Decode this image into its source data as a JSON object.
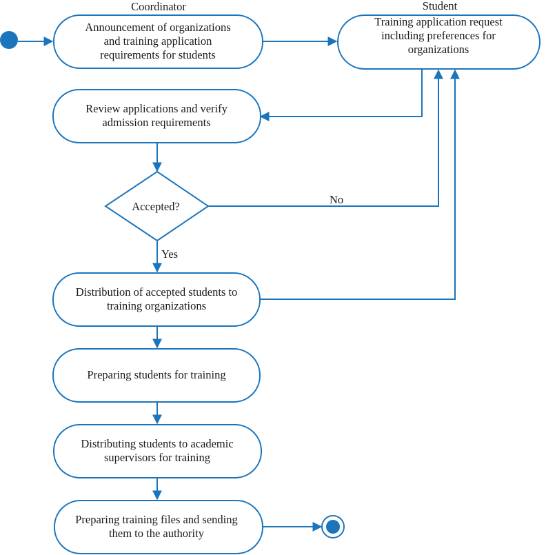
{
  "colors": {
    "stroke": "#1b75bc",
    "node_fill": "#1b75bc",
    "text": "#1a1a1a"
  },
  "lanes": {
    "coordinator": "Coordinator",
    "student": "Student"
  },
  "nodes": {
    "announcement": [
      "Announcement of organizations",
      "and training application",
      "requirements for students"
    ],
    "application_request": [
      "Training application request",
      "including preferences for",
      "organizations"
    ],
    "review": [
      "Review applications and verify",
      "admission requirements"
    ],
    "decision": [
      "Accepted?"
    ],
    "distribution": [
      "Distribution of accepted students to",
      "training organizations"
    ],
    "preparing": [
      "Preparing students for training"
    ],
    "supervisors": [
      "Distributing students to academic",
      "supervisors for training"
    ],
    "files": [
      "Preparing training files and sending",
      "them to the authority"
    ]
  },
  "edges": {
    "no": "No",
    "yes": "Yes"
  }
}
